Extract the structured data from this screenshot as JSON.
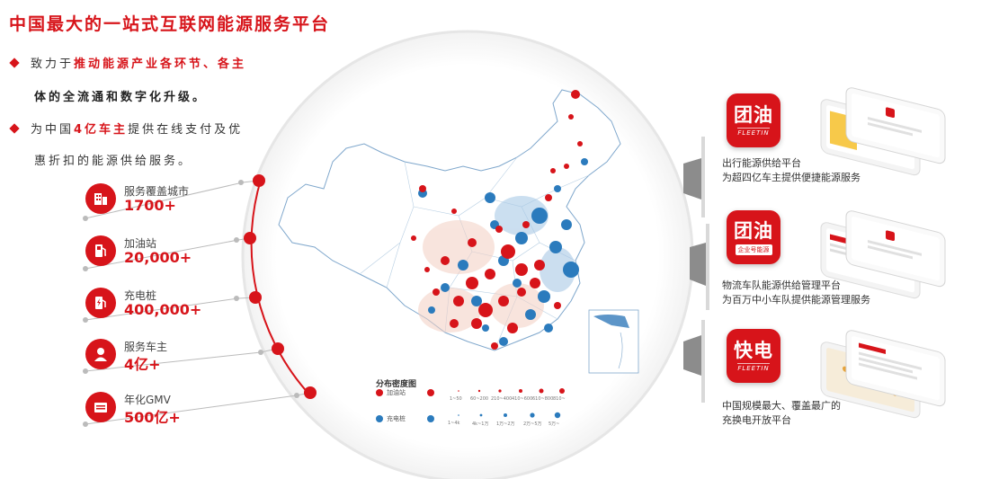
{
  "title": "中国最大的一站式互联网能源服务平台",
  "bullets": [
    {
      "pre": "致力于",
      "hl": "推动能源产业各环节、各主",
      "cont": "体的全流通和数字化升级。"
    },
    {
      "pre": "为中国",
      "hl": "4亿车主",
      "post": "提供在线支付及优",
      "cont": "惠折扣的能源供给服务。"
    }
  ],
  "stats": [
    {
      "label": "服务覆盖城市",
      "value": "1700+",
      "icon": "city-icon"
    },
    {
      "label": "加油站",
      "value": "20,000+",
      "icon": "fuel-pump-icon"
    },
    {
      "label": "充电桩",
      "value": "400,000+",
      "icon": "charger-icon"
    },
    {
      "label": "服务车主",
      "value": "4亿+",
      "icon": "user-icon"
    },
    {
      "label": "年化GMV",
      "value": "500亿+",
      "icon": "wallet-icon"
    }
  ],
  "map_legend": {
    "title": "分布密度图",
    "gas_label": "加油站",
    "gas_ranges": [
      "1~50",
      "60~200",
      "210~400",
      "410~600",
      "610~800",
      "810~"
    ],
    "charge_label": "充电桩",
    "charge_ranges": [
      "1~4k",
      "4k~1万",
      "1万~2万",
      "2万~5万",
      "5万~"
    ]
  },
  "apps": [
    {
      "logo": "团油",
      "sub": "FLEETIN",
      "sub_style": "italic",
      "desc1": "出行能源供给平台",
      "desc2": "为超四亿车主提供便捷能源服务"
    },
    {
      "logo": "团油",
      "sub": "企业号能源",
      "sub_style": "box",
      "desc1": "物流车队能源供给管理平台",
      "desc2": "为百万中小车队提供能源管理服务"
    },
    {
      "logo": "快电",
      "sub": "FLEETIN",
      "sub_style": "italic",
      "desc1": "中国规模最大、覆盖最广的",
      "desc2": "充换电开放平台"
    }
  ],
  "colors": {
    "brand_red": "#d7141a",
    "charge_blue": "#2b7bbd",
    "gas_red": "#d7141a"
  }
}
